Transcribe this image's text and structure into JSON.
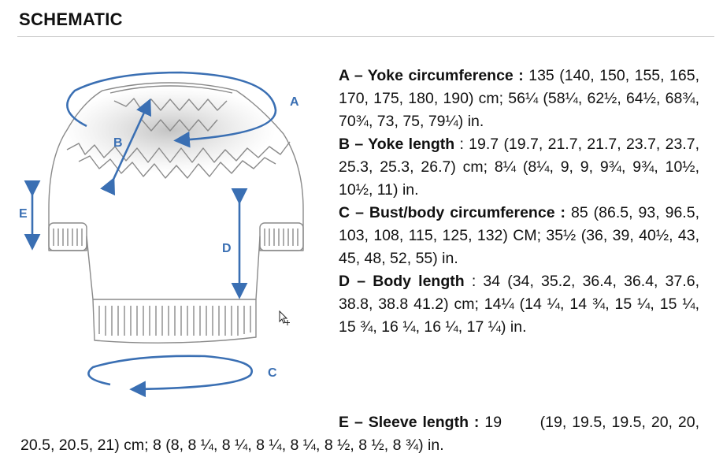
{
  "heading": "SCHEMATIC",
  "labels": {
    "a": "A",
    "b": "B",
    "c": "C",
    "d": "D",
    "e": "E"
  },
  "measurements": [
    {
      "key": "A",
      "title": "A – Yoke circumference :",
      "text": " 135 (140, 150, 155, 165, 170, 175, 180, 190) cm; 56¼ (58¼, 62½, 64½, 68¾, 70¾, 73, 75, 79¼) in."
    },
    {
      "key": "B",
      "title": "B – Yoke length",
      "text": " : 19.7 (19.7, 21.7, 21.7, 23.7, 23.7, 25.3, 25.3, 26.7) cm; 8¼ (8¼, 9, 9, 9¾, 9¾, 10½, 10½, 11) in."
    },
    {
      "key": "C",
      "title": "C – Bust/body circumference :",
      "text": " 85 (86.5, 93, 96.5, 103, 108, 115, 125, 132) CM; 35½ (36, 39, 40½, 43, 45, 48, 52, 55) in."
    },
    {
      "key": "D",
      "title": "D – Body length",
      "text": " : 34 (34, 35.2, 36.4, 36.4, 37.6, 38.8, 38.8 41.2) cm; 14¼ (14 ¼, 14 ¾, 15 ¼, 15 ¼, 15 ¾, 16 ¼, 16 ¼, 17 ¼) in."
    }
  ],
  "sleeve": {
    "title": "E – Sleeve length :",
    "text_first": " 19",
    "text_rest": "(19, 19.5, 19.5, 20, 20, 20.5, 20.5, 21) cm; 8 (8, 8 ¼, 8 ¼, 8 ¼, 8 ¼, 8 ½, 8 ½, 8 ¾) in."
  },
  "colors": {
    "arrow": "#3a6fb3",
    "garment_line": "#8a8a8a",
    "text": "#111111"
  },
  "icons": {
    "cursor": "move-cursor-icon"
  }
}
